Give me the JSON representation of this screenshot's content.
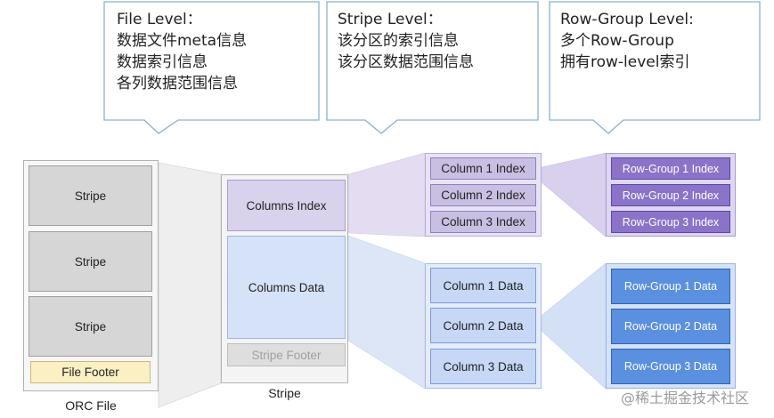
{
  "callouts": {
    "file": "File Level：\n数据文件meta信息\n数据索引信息\n各列数据范围信息",
    "stripe": "Stripe Level：\n该分区的索引信息\n该分区数据范围信息",
    "rowgroup": "Row-Group Level:\n多个Row-Group\n拥有row-level索引"
  },
  "orc_file": {
    "stripes": [
      "Stripe",
      "Stripe",
      "Stripe"
    ],
    "footer": "File Footer",
    "caption": "ORC File"
  },
  "stripe_detail": {
    "index": "Columns Index",
    "data": "Columns Data",
    "footer": "Stripe Footer",
    "caption": "Stripe"
  },
  "column_index": [
    "Column 1 Index",
    "Column 2 Index",
    "Column 3 Index"
  ],
  "column_data": [
    "Column 1 Data",
    "Column 2 Data",
    "Column 3 Data"
  ],
  "rowgroup_index": [
    "Row-Group 1 Index",
    "Row-Group 2 Index",
    "Row-Group 3 Index"
  ],
  "rowgroup_data": [
    "Row-Group 1 Data",
    "Row-Group 2 Data",
    "Row-Group 3 Data"
  ],
  "watermark": "@稀土掘金技术社区",
  "colors": {
    "stripe_gray": "#d6d6d6",
    "footer_yellow": "#fbf0c4",
    "index_purple": "#c9bfe2",
    "data_blue": "#c7d7f6",
    "rowgroup_index_purple": "#8a73c9",
    "rowgroup_data_blue": "#5b8fe0"
  }
}
